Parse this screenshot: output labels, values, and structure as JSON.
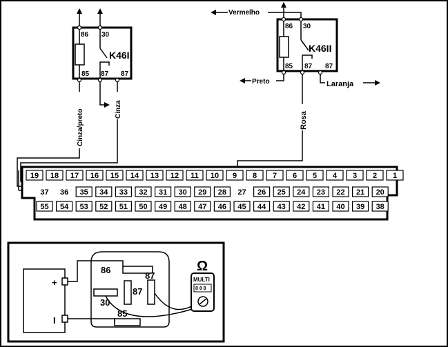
{
  "relays": [
    {
      "id": "k46i",
      "name": "K46I",
      "pin_86": "86",
      "pin_30": "30",
      "pin_85": "85",
      "pin_87": "87",
      "pin_87b": "87"
    },
    {
      "id": "k46ii",
      "name": "K46II",
      "pin_86": "86",
      "pin_30": "30",
      "pin_85": "85",
      "pin_87": "87",
      "pin_87b": "87"
    }
  ],
  "wires": {
    "cinza_preto": "Cinza/preto",
    "cinza": "Cinza",
    "rosa": "Rosa",
    "vermelho": "Vermelho",
    "preto": "Preto",
    "laranja": "Laranja"
  },
  "connector": {
    "top_row": [
      "19",
      "18",
      "17",
      "16",
      "15",
      "14",
      "13",
      "12",
      "11",
      "10",
      "9",
      "8",
      "7",
      "6",
      "5",
      "4",
      "3",
      "2",
      "1"
    ],
    "middle_row": [
      "37",
      "36",
      "35",
      "34",
      "33",
      "32",
      "31",
      "30",
      "29",
      "28",
      "27",
      "26",
      "25",
      "24",
      "23",
      "22",
      "21",
      "20"
    ],
    "bottom_row": [
      "55",
      "54",
      "53",
      "52",
      "51",
      "50",
      "49",
      "48",
      "47",
      "46",
      "45",
      "44",
      "43",
      "42",
      "41",
      "40",
      "39",
      "38"
    ],
    "unboxed_middle": [
      "37",
      "36",
      "27"
    ]
  },
  "test": {
    "battery_plus": "+",
    "battery_minus": "I",
    "pin_86": "86",
    "pin_87a": "87",
    "pin_87b": "87",
    "pin_30": "30",
    "pin_85": "85",
    "meter_symbol": "Ω",
    "meter_label": "MULTI",
    "meter_display": "8 8 8"
  }
}
